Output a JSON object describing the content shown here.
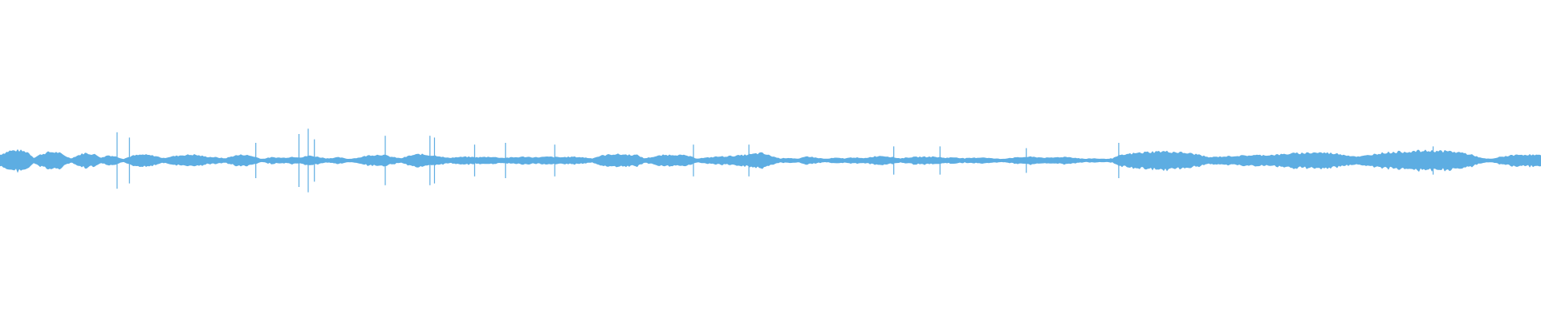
{
  "waveform": {
    "color": "#5dade2",
    "background": "#ffffff",
    "envelope": [
      [
        0,
        0.55
      ],
      [
        0.006,
        0.9
      ],
      [
        0.012,
        0.95
      ],
      [
        0.018,
        0.8
      ],
      [
        0.022,
        0.25
      ],
      [
        0.026,
        0.55
      ],
      [
        0.032,
        0.8
      ],
      [
        0.038,
        0.75
      ],
      [
        0.042,
        0.45
      ],
      [
        0.046,
        0.2
      ],
      [
        0.05,
        0.45
      ],
      [
        0.055,
        0.7
      ],
      [
        0.062,
        0.55
      ],
      [
        0.066,
        0.25
      ],
      [
        0.07,
        0.5
      ],
      [
        0.076,
        0.35
      ],
      [
        0.08,
        0.15
      ],
      [
        0.086,
        0.45
      ],
      [
        0.093,
        0.55
      ],
      [
        0.1,
        0.45
      ],
      [
        0.106,
        0.22
      ],
      [
        0.11,
        0.35
      ],
      [
        0.118,
        0.5
      ],
      [
        0.126,
        0.55
      ],
      [
        0.134,
        0.35
      ],
      [
        0.14,
        0.3
      ],
      [
        0.146,
        0.2
      ],
      [
        0.152,
        0.45
      ],
      [
        0.158,
        0.55
      ],
      [
        0.164,
        0.4
      ],
      [
        0.17,
        0.15
      ],
      [
        0.176,
        0.3
      ],
      [
        0.184,
        0.25
      ],
      [
        0.19,
        0.35
      ],
      [
        0.196,
        0.3
      ],
      [
        0.2,
        0.45
      ],
      [
        0.206,
        0.35
      ],
      [
        0.212,
        0.2
      ],
      [
        0.22,
        0.3
      ],
      [
        0.226,
        0.15
      ],
      [
        0.232,
        0.25
      ],
      [
        0.24,
        0.5
      ],
      [
        0.248,
        0.55
      ],
      [
        0.254,
        0.35
      ],
      [
        0.26,
        0.2
      ],
      [
        0.266,
        0.45
      ],
      [
        0.272,
        0.6
      ],
      [
        0.278,
        0.5
      ],
      [
        0.284,
        0.45
      ],
      [
        0.29,
        0.25
      ],
      [
        0.296,
        0.3
      ],
      [
        0.302,
        0.35
      ],
      [
        0.31,
        0.3
      ],
      [
        0.318,
        0.35
      ],
      [
        0.326,
        0.25
      ],
      [
        0.334,
        0.3
      ],
      [
        0.34,
        0.35
      ],
      [
        0.348,
        0.3
      ],
      [
        0.356,
        0.35
      ],
      [
        0.364,
        0.3
      ],
      [
        0.372,
        0.35
      ],
      [
        0.378,
        0.3
      ],
      [
        0.384,
        0.2
      ],
      [
        0.39,
        0.45
      ],
      [
        0.398,
        0.6
      ],
      [
        0.406,
        0.55
      ],
      [
        0.414,
        0.5
      ],
      [
        0.418,
        0.2
      ],
      [
        0.424,
        0.35
      ],
      [
        0.43,
        0.5
      ],
      [
        0.438,
        0.55
      ],
      [
        0.446,
        0.45
      ],
      [
        0.452,
        0.2
      ],
      [
        0.458,
        0.25
      ],
      [
        0.464,
        0.35
      ],
      [
        0.472,
        0.4
      ],
      [
        0.478,
        0.45
      ],
      [
        0.486,
        0.55
      ],
      [
        0.494,
        0.7
      ],
      [
        0.5,
        0.45
      ],
      [
        0.506,
        0.2
      ],
      [
        0.512,
        0.25
      ],
      [
        0.518,
        0.15
      ],
      [
        0.524,
        0.4
      ],
      [
        0.53,
        0.25
      ],
      [
        0.536,
        0.15
      ],
      [
        0.542,
        0.25
      ],
      [
        0.548,
        0.2
      ],
      [
        0.554,
        0.3
      ],
      [
        0.56,
        0.2
      ],
      [
        0.566,
        0.35
      ],
      [
        0.572,
        0.45
      ],
      [
        0.578,
        0.35
      ],
      [
        0.584,
        0.2
      ],
      [
        0.59,
        0.3
      ],
      [
        0.598,
        0.35
      ],
      [
        0.606,
        0.35
      ],
      [
        0.614,
        0.25
      ],
      [
        0.62,
        0.3
      ],
      [
        0.626,
        0.2
      ],
      [
        0.632,
        0.25
      ],
      [
        0.638,
        0.3
      ],
      [
        0.644,
        0.2
      ],
      [
        0.65,
        0.15
      ],
      [
        0.656,
        0.25
      ],
      [
        0.662,
        0.3
      ],
      [
        0.668,
        0.35
      ],
      [
        0.674,
        0.3
      ],
      [
        0.68,
        0.25
      ],
      [
        0.686,
        0.3
      ],
      [
        0.692,
        0.35
      ],
      [
        0.698,
        0.25
      ],
      [
        0.704,
        0.15
      ],
      [
        0.71,
        0.2
      ],
      [
        0.716,
        0.15
      ],
      [
        0.722,
        0.2
      ],
      [
        0.726,
        0.45
      ],
      [
        0.732,
        0.6
      ],
      [
        0.738,
        0.7
      ],
      [
        0.746,
        0.8
      ],
      [
        0.754,
        0.85
      ],
      [
        0.762,
        0.8
      ],
      [
        0.77,
        0.7
      ],
      [
        0.778,
        0.55
      ],
      [
        0.784,
        0.3
      ],
      [
        0.79,
        0.35
      ],
      [
        0.798,
        0.4
      ],
      [
        0.806,
        0.45
      ],
      [
        0.814,
        0.5
      ],
      [
        0.822,
        0.5
      ],
      [
        0.83,
        0.55
      ],
      [
        0.838,
        0.65
      ],
      [
        0.846,
        0.7
      ],
      [
        0.854,
        0.75
      ],
      [
        0.862,
        0.7
      ],
      [
        0.87,
        0.6
      ],
      [
        0.876,
        0.45
      ],
      [
        0.882,
        0.35
      ],
      [
        0.888,
        0.5
      ],
      [
        0.894,
        0.65
      ],
      [
        0.9,
        0.75
      ],
      [
        0.908,
        0.8
      ],
      [
        0.916,
        0.85
      ],
      [
        0.924,
        0.9
      ],
      [
        0.932,
        0.9
      ],
      [
        0.94,
        0.85
      ],
      [
        0.948,
        0.75
      ],
      [
        0.956,
        0.5
      ],
      [
        0.962,
        0.2
      ],
      [
        0.968,
        0.15
      ],
      [
        0.974,
        0.35
      ],
      [
        0.982,
        0.5
      ],
      [
        0.99,
        0.55
      ],
      [
        1.0,
        0.5
      ]
    ],
    "spikes": [
      [
        0.076,
        1.6
      ],
      [
        0.084,
        1.3
      ],
      [
        0.166,
        1.0
      ],
      [
        0.194,
        1.5
      ],
      [
        0.2,
        1.8
      ],
      [
        0.204,
        1.2
      ],
      [
        0.25,
        1.4
      ],
      [
        0.279,
        1.4
      ],
      [
        0.282,
        1.3
      ],
      [
        0.308,
        0.9
      ],
      [
        0.328,
        1.0
      ],
      [
        0.36,
        0.9
      ],
      [
        0.45,
        0.9
      ],
      [
        0.486,
        0.9
      ],
      [
        0.58,
        0.8
      ],
      [
        0.61,
        0.8
      ],
      [
        0.666,
        0.7
      ],
      [
        0.726,
        1.0
      ],
      [
        0.93,
        0.8
      ]
    ]
  }
}
